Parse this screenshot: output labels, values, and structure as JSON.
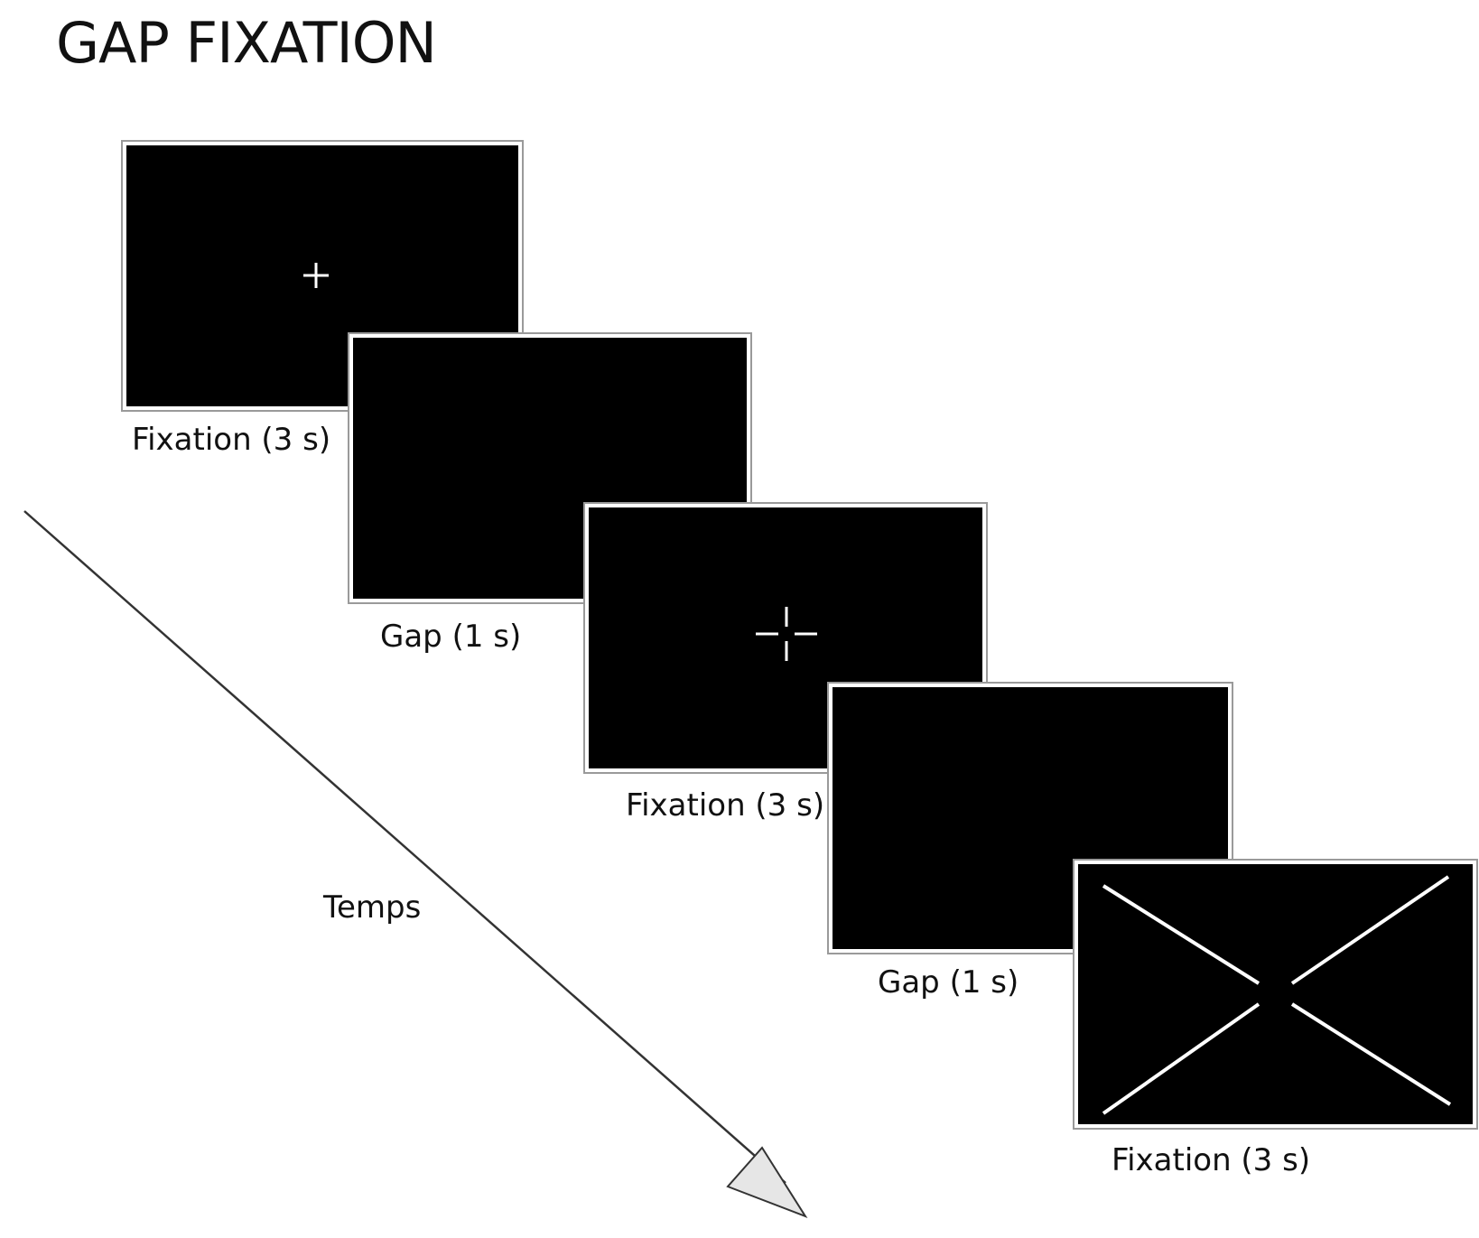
{
  "title": "GAP FIXATION",
  "time_axis_label": "Temps",
  "frames": [
    {
      "caption": "Fixation (3 s)",
      "stimulus": "cross-icon"
    },
    {
      "caption": "Gap (1 s)",
      "stimulus": "none"
    },
    {
      "caption": "Fixation (3 s)",
      "stimulus": "gapped-cross-icon"
    },
    {
      "caption": "Gap (1 s)",
      "stimulus": "none"
    },
    {
      "caption": "Fixation (3 s)",
      "stimulus": "x-lines-icon"
    }
  ],
  "colors": {
    "screen": "#000000",
    "stimulus": "#ffffff",
    "arrow_fill": "#e6e6e6",
    "arrow_stroke": "#333333"
  }
}
